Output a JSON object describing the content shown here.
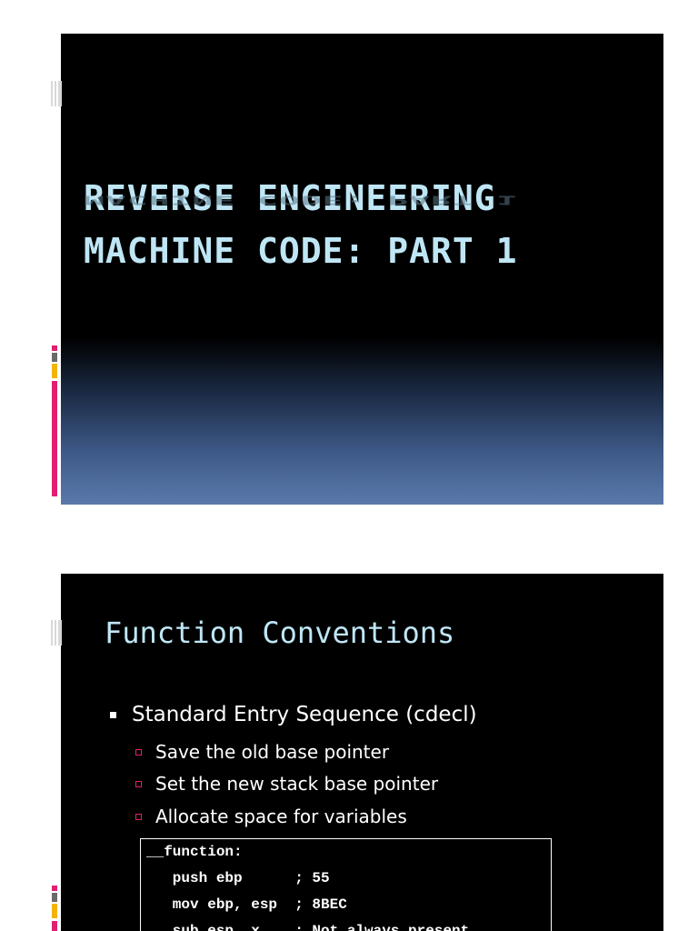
{
  "slides": [
    {
      "title_lines": [
        "REVERSE ENGINEERING",
        "MACHINE CODE: PART 1"
      ]
    },
    {
      "title": "Function Conventions",
      "bullet": "Standard Entry Sequence (cdecl)",
      "sub_bullets": [
        "Save the old base pointer",
        "Set the new stack base pointer",
        "Allocate space for variables"
      ],
      "code_lines": [
        "__function:",
        "   push ebp      ; 55",
        "   mov ebp, esp  ; 8BEC",
        "   sub esp, x    ; Not always present"
      ]
    }
  ],
  "colors": {
    "title": "#bfe6f5",
    "accent_pink": "#e0206f",
    "accent_yellow": "#f4b400",
    "accent_gray": "#6a6a6a"
  }
}
